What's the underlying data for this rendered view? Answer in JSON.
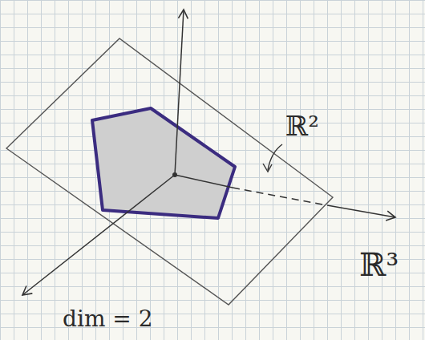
{
  "diagram": {
    "labels": [
      "ℝ²",
      "ℝ³",
      "dim = 2"
    ]
  }
}
